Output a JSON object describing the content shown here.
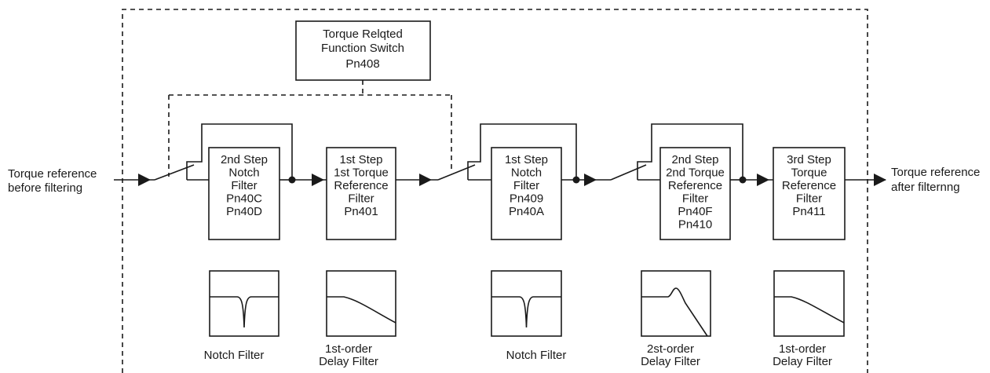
{
  "switch_box": {
    "lines": [
      "Torque Relqted",
      "Function Switch",
      "Pn408"
    ]
  },
  "input_label": [
    "Torque reference",
    "before filtering"
  ],
  "output_label": [
    "Torque reference",
    "after filternng"
  ],
  "filters": [
    {
      "lines": [
        "2nd Step",
        "Notch",
        "Filter",
        "Pn40C",
        "Pn40D"
      ],
      "response": "notch",
      "caption": [
        "Notch Filter"
      ]
    },
    {
      "lines": [
        "1st Step",
        "1st Torque",
        "Reference",
        "Filter",
        "Pn401"
      ],
      "response": "first-order",
      "caption": [
        "1st-order",
        "Delay Filter"
      ]
    },
    {
      "lines": [
        "1st Step",
        "Notch",
        "Filter",
        "Pn409",
        "Pn40A"
      ],
      "response": "notch",
      "caption": [
        "Notch Filter"
      ]
    },
    {
      "lines": [
        "2nd Step",
        "2nd Torque",
        "Reference",
        "Filter",
        "Pn40F",
        "Pn410"
      ],
      "response": "second-order",
      "caption": [
        "2st-order",
        "Delay Filter"
      ]
    },
    {
      "lines": [
        "3rd Step",
        "Torque",
        "Reference",
        "Filter",
        "Pn411"
      ],
      "response": "first-order",
      "caption": [
        "1st-order",
        "Delay Filter"
      ]
    }
  ]
}
